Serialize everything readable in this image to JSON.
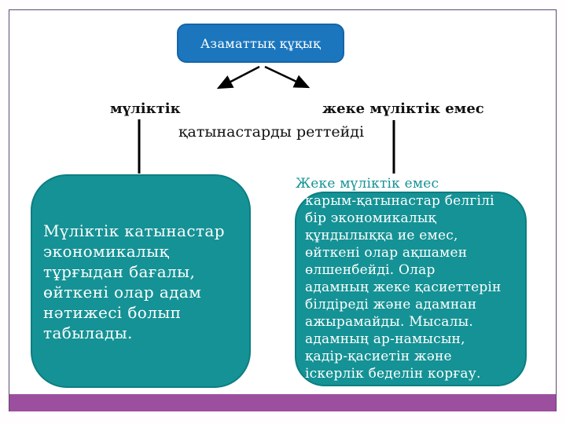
{
  "slide": {
    "title_box": {
      "label": "Азаматтық құқық"
    },
    "branch_left_label": "мүліктік",
    "branch_right_label": "жеке мүліктік емес",
    "center_caption": "қатынастарды реттейді",
    "left_box": {
      "lines": [
        "Мүліктік катынастар",
        "экономикалық",
        "тұрғыдан бағалы,",
        "өйткені олар адам",
        "нәтижесі болып",
        "табылады."
      ]
    },
    "right_box": {
      "lines": [
        "Жеке мүліктік емес",
        "карым-қатынастар белгілі",
        "бір экономикалық",
        "құндылыққа ие емес,",
        "өйткені олар ақшамен",
        "өлшенбейді. Олар",
        "адамның жеке қасиеттерін",
        "білдіреді және адамнан",
        "ажырамайды. Мысалы.",
        "адамның ар-намысын,",
        "қадір-қасиетін және",
        "іскерлік беделін корғау."
      ]
    },
    "colors": {
      "title_fill": "#1b76bd",
      "title_border": "#1565a8",
      "teal_fill": "#159295",
      "teal_border": "#0c7e82",
      "accent_bar": "#9c4f9e",
      "frame_border": "#5b4a73",
      "connector": "#000000"
    }
  }
}
